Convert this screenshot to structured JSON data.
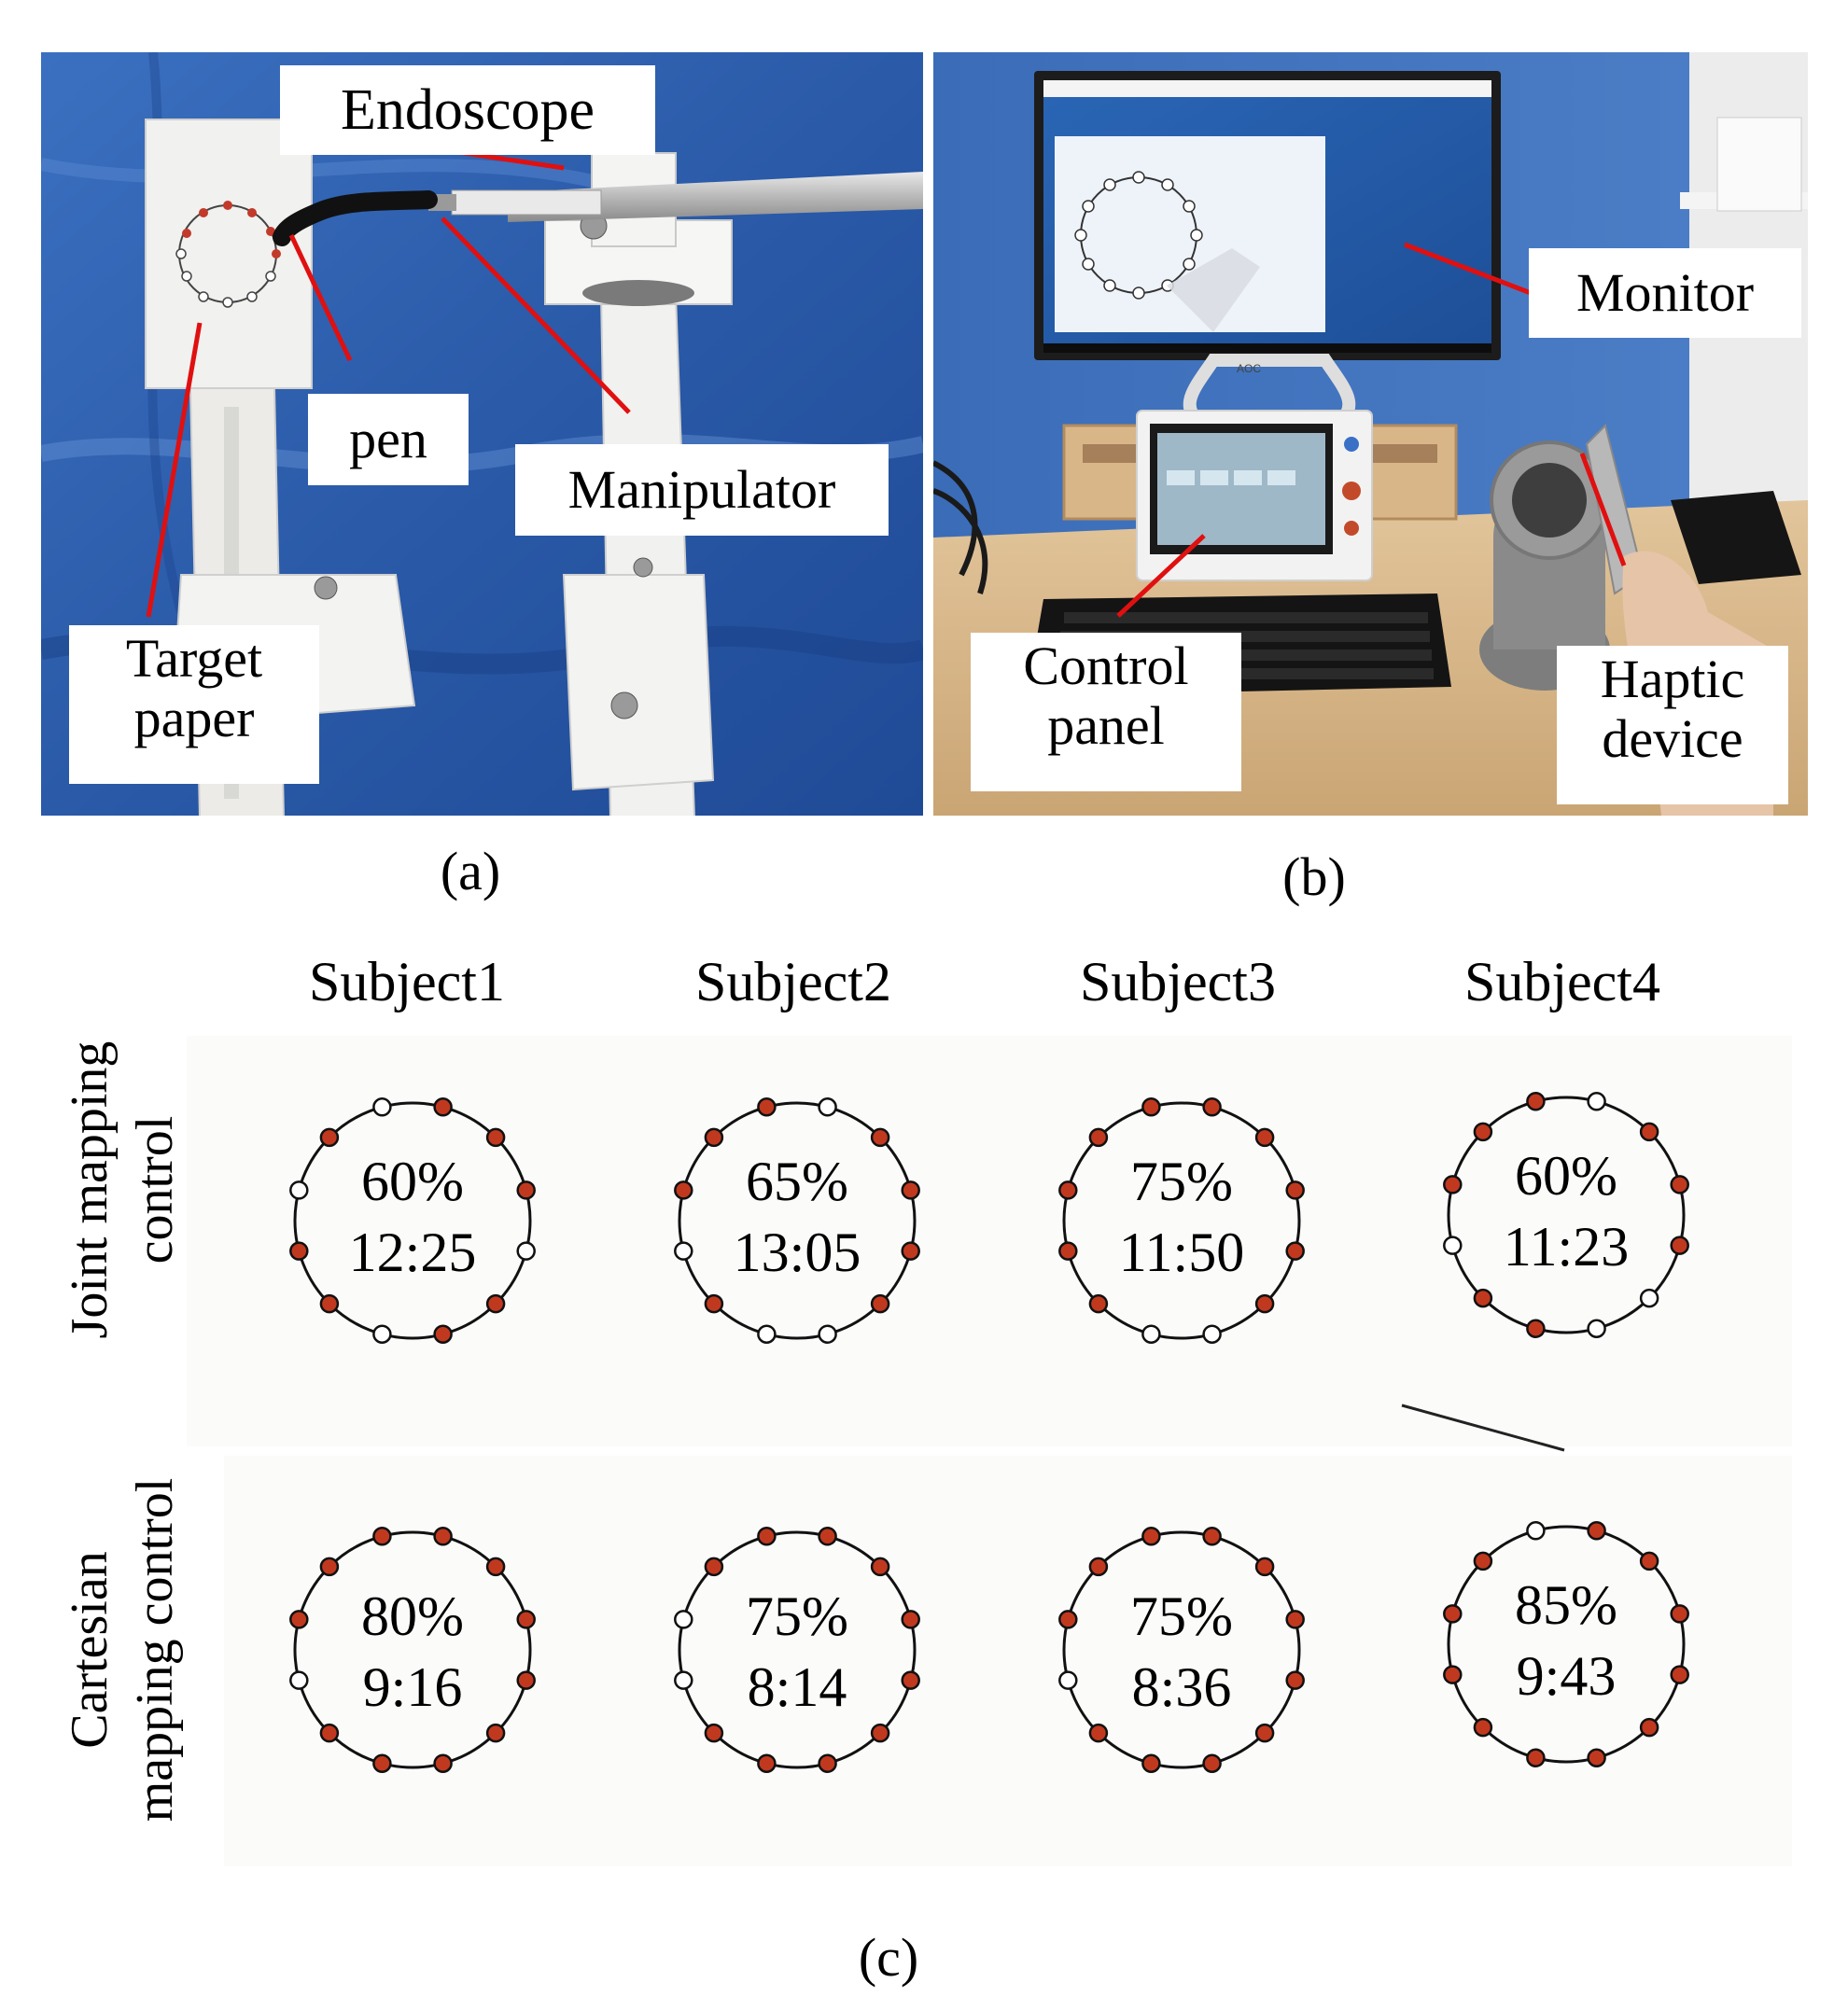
{
  "panel_a": {
    "callouts": {
      "endoscope": "Endoscope",
      "pen": "pen",
      "manipulator": "Manipulator",
      "target_paper_line1": "Target",
      "target_paper_line2": "paper"
    },
    "label": "(a)"
  },
  "panel_b": {
    "callouts": {
      "monitor": "Monitor",
      "control_panel_line1": "Control",
      "control_panel_line2": "panel",
      "haptic_line1": "Haptic",
      "haptic_line2": "device"
    },
    "monitor_brand": "AOC",
    "label": "(b)"
  },
  "panel_c": {
    "subjects": [
      "Subject1",
      "Subject2",
      "Subject3",
      "Subject4"
    ],
    "rows": [
      {
        "label_lines": [
          "Joint mapping",
          "control"
        ],
        "trials": [
          {
            "rate": "60%",
            "time": "12:25"
          },
          {
            "rate": "65%",
            "time": "13:05"
          },
          {
            "rate": "75%",
            "time": "11:50"
          },
          {
            "rate": "60%",
            "time": "11:23"
          }
        ]
      },
      {
        "label_lines": [
          "Cartesian",
          "mapping control"
        ],
        "trials": [
          {
            "rate": "80%",
            "time": "9:16"
          },
          {
            "rate": "75%",
            "time": "8:14"
          },
          {
            "rate": "75%",
            "time": "8:36"
          },
          {
            "rate": "85%",
            "time": "9:43"
          }
        ]
      }
    ],
    "label": "(c)"
  },
  "colors": {
    "drape_blue": "#2f5fae",
    "callout_line": "#e01010",
    "ink_mark": "#c0391f",
    "desk": "#d8b98e"
  }
}
